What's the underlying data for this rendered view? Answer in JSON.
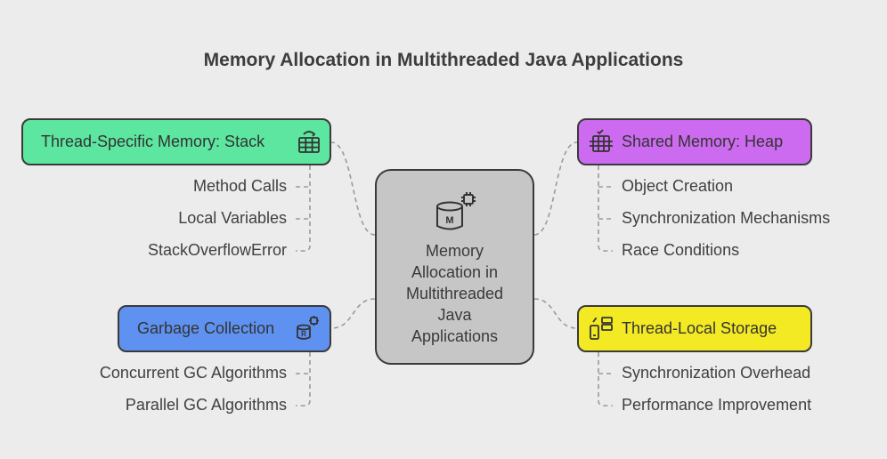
{
  "title": "Memory Allocation in Multithreaded Java Applications",
  "center": {
    "label_lines": [
      "Memory",
      "Allocation in",
      "Multithreaded",
      "Java",
      "Applications"
    ],
    "icon": "database-chip-icon",
    "icon_letter": "M"
  },
  "branches": {
    "stack": {
      "label": "Thread-Specific Memory: Stack",
      "icon": "stack-grid-icon",
      "color": "#5de6a0",
      "items": [
        "Method Calls",
        "Local Variables",
        "StackOverflowError"
      ]
    },
    "heap": {
      "label": "Shared Memory: Heap",
      "icon": "heap-cube-icon",
      "color": "#cc6bf0",
      "items": [
        "Object Creation",
        "Synchronization Mechanisms",
        "Race Conditions"
      ]
    },
    "gc": {
      "label": "Garbage Collection",
      "icon": "recycle-database-icon",
      "color": "#5f92f0",
      "icon_letter": "R",
      "items": [
        "Concurrent GC Algorithms",
        "Parallel GC Algorithms"
      ]
    },
    "tls": {
      "label": "Thread-Local Storage",
      "icon": "storage-device-icon",
      "color": "#f4ea24",
      "items": [
        "Synchronization Overhead",
        "Performance Improvement"
      ]
    }
  }
}
